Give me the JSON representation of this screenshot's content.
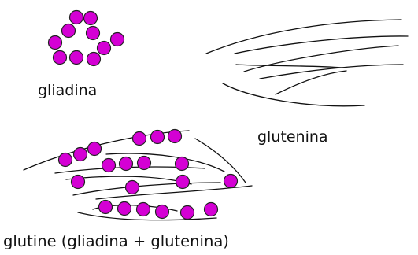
{
  "labels": {
    "gliadin": "gliadina",
    "glutenin": "glutenina",
    "gluten": "glutine (gliadina + glutenina)"
  },
  "colors": {
    "bead_fill": "#d400d4",
    "bead_stroke": "#222222",
    "strand": "#111111",
    "text": "#111111"
  }
}
